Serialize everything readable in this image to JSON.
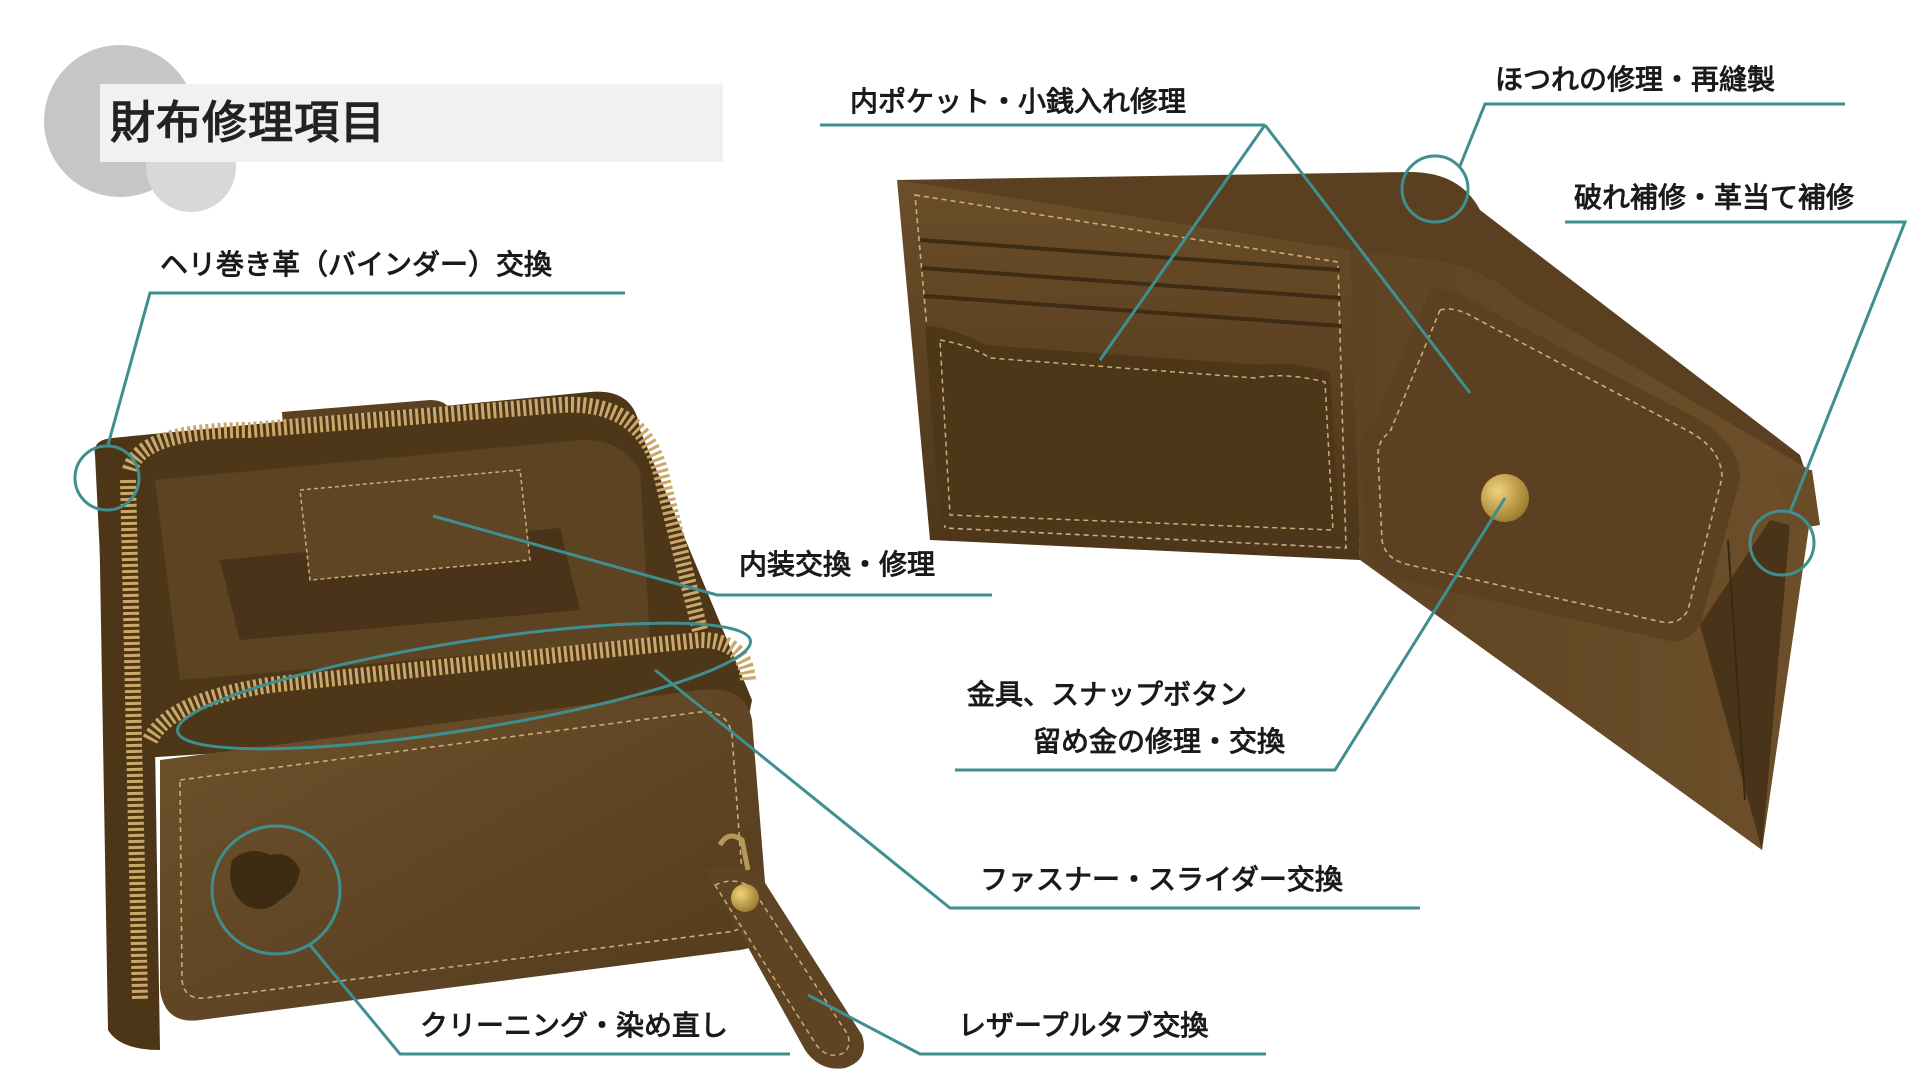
{
  "title": "財布修理項目",
  "colors": {
    "accent": "#3f8f90",
    "leather_dark": "#4f3a1d",
    "leather_mid": "#6b4e2a",
    "leather_light": "#7d5e34",
    "zipper": "#c9a86a",
    "stitch": "#c9ae7a",
    "snap": "#c9a24a"
  },
  "labels": [
    {
      "id": "binder",
      "text": "ヘリ巻き革（バインダー）交換"
    },
    {
      "id": "inner",
      "text": "内装交換・修理"
    },
    {
      "id": "zipper",
      "text": "ファスナー・スライダー交換"
    },
    {
      "id": "cleaning",
      "text": "クリーニング・染め直し"
    },
    {
      "id": "pulltab",
      "text": "レザープルタブ交換"
    },
    {
      "id": "pocket",
      "text": "内ポケット・小銭入れ修理"
    },
    {
      "id": "fraying",
      "text": "ほつれの修理・再縫製"
    },
    {
      "id": "tear",
      "text": "破れ補修・革当て補修"
    },
    {
      "id": "metal1",
      "text": "金具、スナップボタン"
    },
    {
      "id": "metal2",
      "text": "留め金の修理・交換"
    }
  ]
}
